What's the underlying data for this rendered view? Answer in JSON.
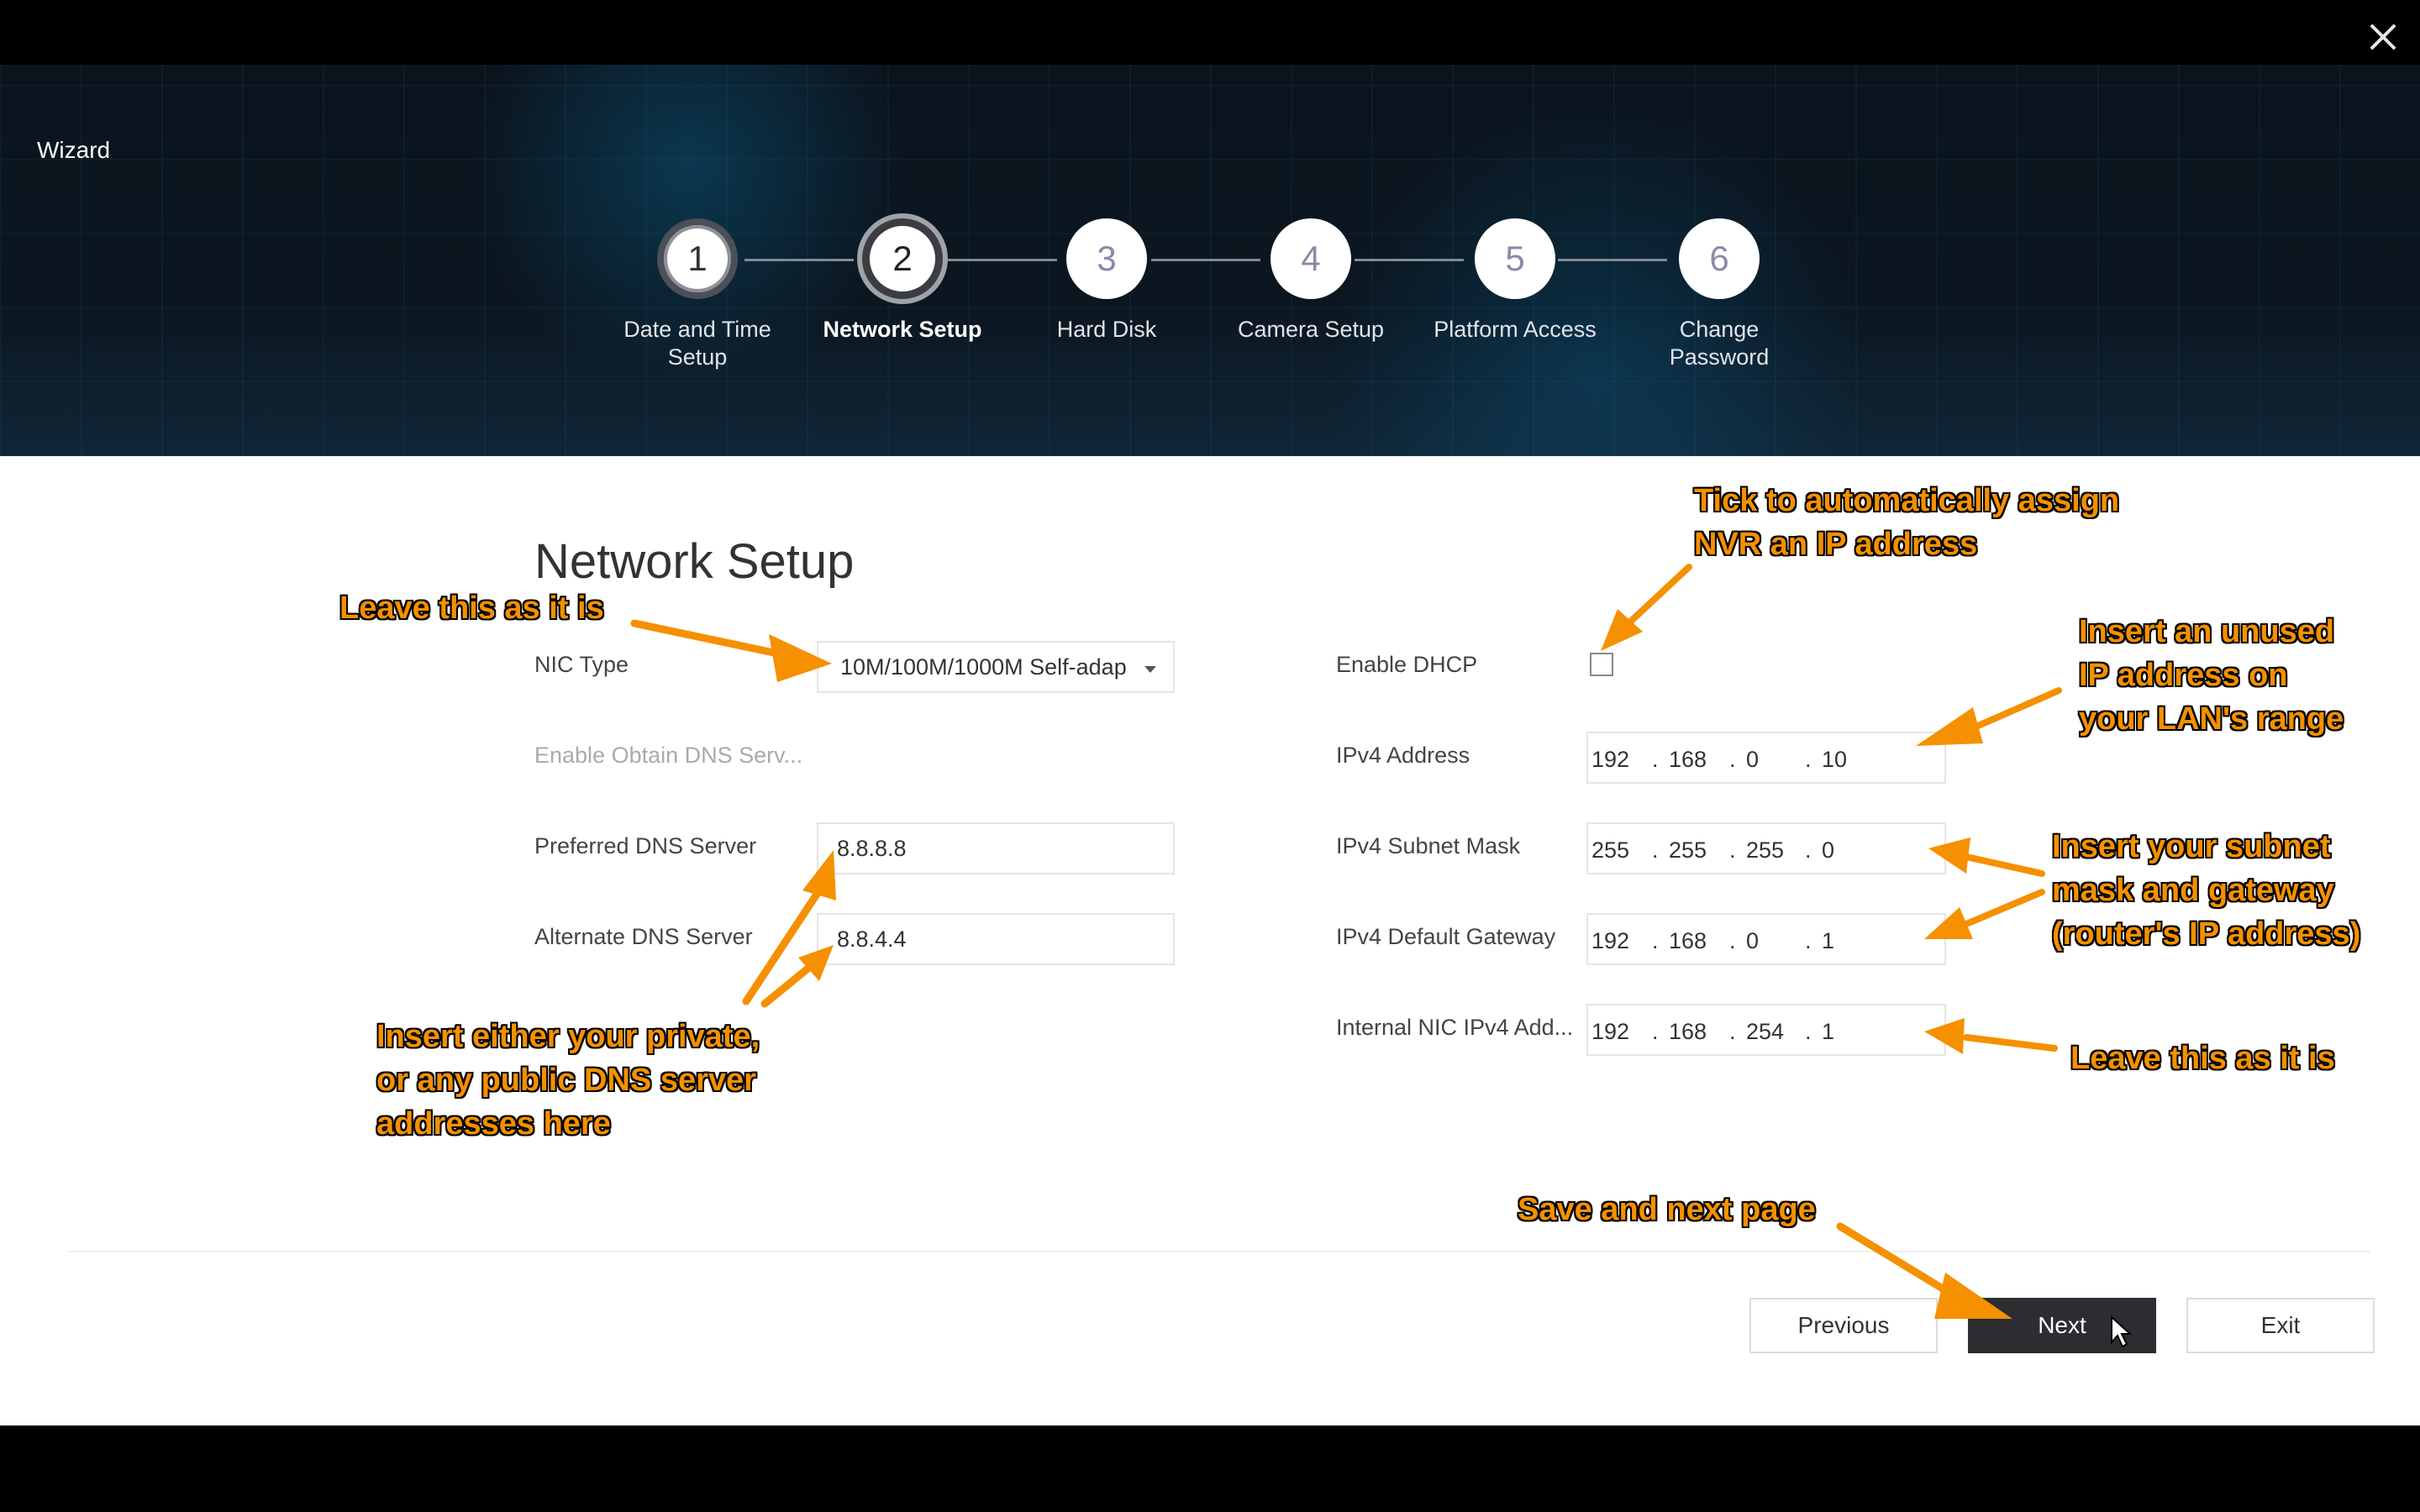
{
  "window": {
    "title": "Wizard"
  },
  "steps": [
    {
      "number": "1",
      "label_line1": "Date and Time",
      "label_line2": "Setup"
    },
    {
      "number": "2",
      "label_line1": "Network Setup",
      "label_line2": ""
    },
    {
      "number": "3",
      "label_line1": "Hard Disk",
      "label_line2": ""
    },
    {
      "number": "4",
      "label_line1": "Camera Setup",
      "label_line2": ""
    },
    {
      "number": "5",
      "label_line1": "Platform Access",
      "label_line2": ""
    },
    {
      "number": "6",
      "label_line1": "Change",
      "label_line2": "Password"
    }
  ],
  "form": {
    "title": "Network Setup",
    "nic_type": {
      "label": "NIC Type",
      "value": "10M/100M/1000M Self-adap"
    },
    "enable_obtain_dns": {
      "label": "Enable Obtain DNS Serv..."
    },
    "preferred_dns": {
      "label": "Preferred DNS Server",
      "value": "8.8.8.8"
    },
    "alternate_dns": {
      "label": "Alternate DNS Server",
      "value": "8.8.4.4"
    },
    "enable_dhcp": {
      "label": "Enable DHCP",
      "checked": false
    },
    "ipv4_address": {
      "label": "IPv4 Address",
      "octets": [
        "192",
        "168",
        "0",
        "10"
      ]
    },
    "ipv4_subnet_mask": {
      "label": "IPv4 Subnet Mask",
      "octets": [
        "255",
        "255",
        "255",
        "0"
      ]
    },
    "ipv4_default_gateway": {
      "label": "IPv4 Default Gateway",
      "octets": [
        "192",
        "168",
        "0",
        "1"
      ]
    },
    "internal_nic_ipv4": {
      "label": "Internal NIC IPv4 Add...",
      "octets": [
        "192",
        "168",
        "254",
        "1"
      ]
    },
    "dot": "."
  },
  "buttons": {
    "previous": "Previous",
    "next": "Next",
    "exit": "Exit"
  },
  "annotations": {
    "leave_nic": "Leave this as it is",
    "dhcp_line1": "Tick to automatically assign",
    "dhcp_line2": "NVR an IP address",
    "ip_line1": "Insert an unused",
    "ip_line2": "IP address on",
    "ip_line3": "your LAN's range",
    "mask_line1": "Insert your subnet",
    "mask_line2": "mask and gateway",
    "mask_line3": "(router's IP address)",
    "leave_internal": "Leave this as it is",
    "dns_line1": "Insert either your private,",
    "dns_line2": "or any public DNS server",
    "dns_line3": "addresses here",
    "next_hint": "Save and next page"
  },
  "colors": {
    "annotation": "#f59000",
    "header_bg": "#0b1620",
    "next_button": "#2b2d30"
  }
}
